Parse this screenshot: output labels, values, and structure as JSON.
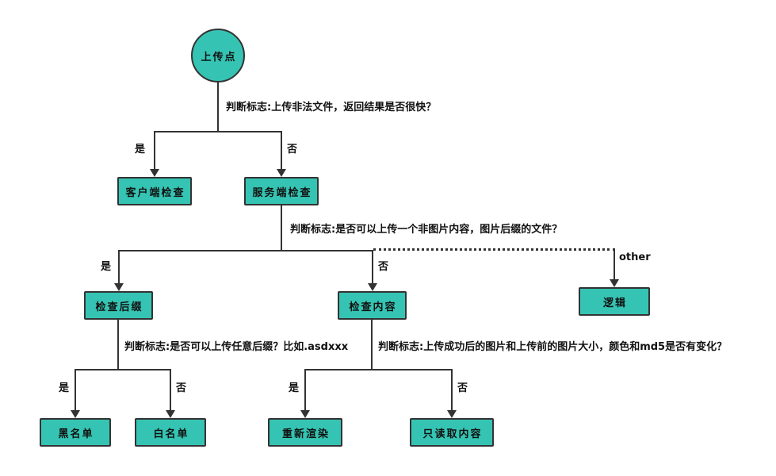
{
  "diagram": {
    "colors": {
      "node_fill": "#35c4b3",
      "node_border": "#333333",
      "connector": "#333333",
      "text": "#111111",
      "background": "#ffffff"
    },
    "nodes": {
      "start": {
        "label": "上传点"
      },
      "client_check": {
        "label": "客户端检查"
      },
      "server_check": {
        "label": "服务端检查"
      },
      "check_suffix": {
        "label": "检查后缀"
      },
      "check_content": {
        "label": "检查内容"
      },
      "logic": {
        "label": "逻辑"
      },
      "blacklist": {
        "label": "黑名单"
      },
      "whitelist": {
        "label": "白名单"
      },
      "rerender": {
        "label": "重新渲染"
      },
      "read_content": {
        "label": "只读取内容"
      }
    },
    "questions": {
      "q1": "判断标志:上传非法文件，返回结果是否很快？",
      "q2": "判断标志:是否可以上传一个非图片内容，图片后缀的文件？",
      "q3": "判断标志:是否可以上传任意后缀？比如.asdxxx",
      "q4": "判断标志:上传成功后的图片和上传前的图片大小，颜色和md5是否有变化？"
    },
    "edge_labels": {
      "yes": "是",
      "no": "否",
      "other": "other"
    }
  }
}
